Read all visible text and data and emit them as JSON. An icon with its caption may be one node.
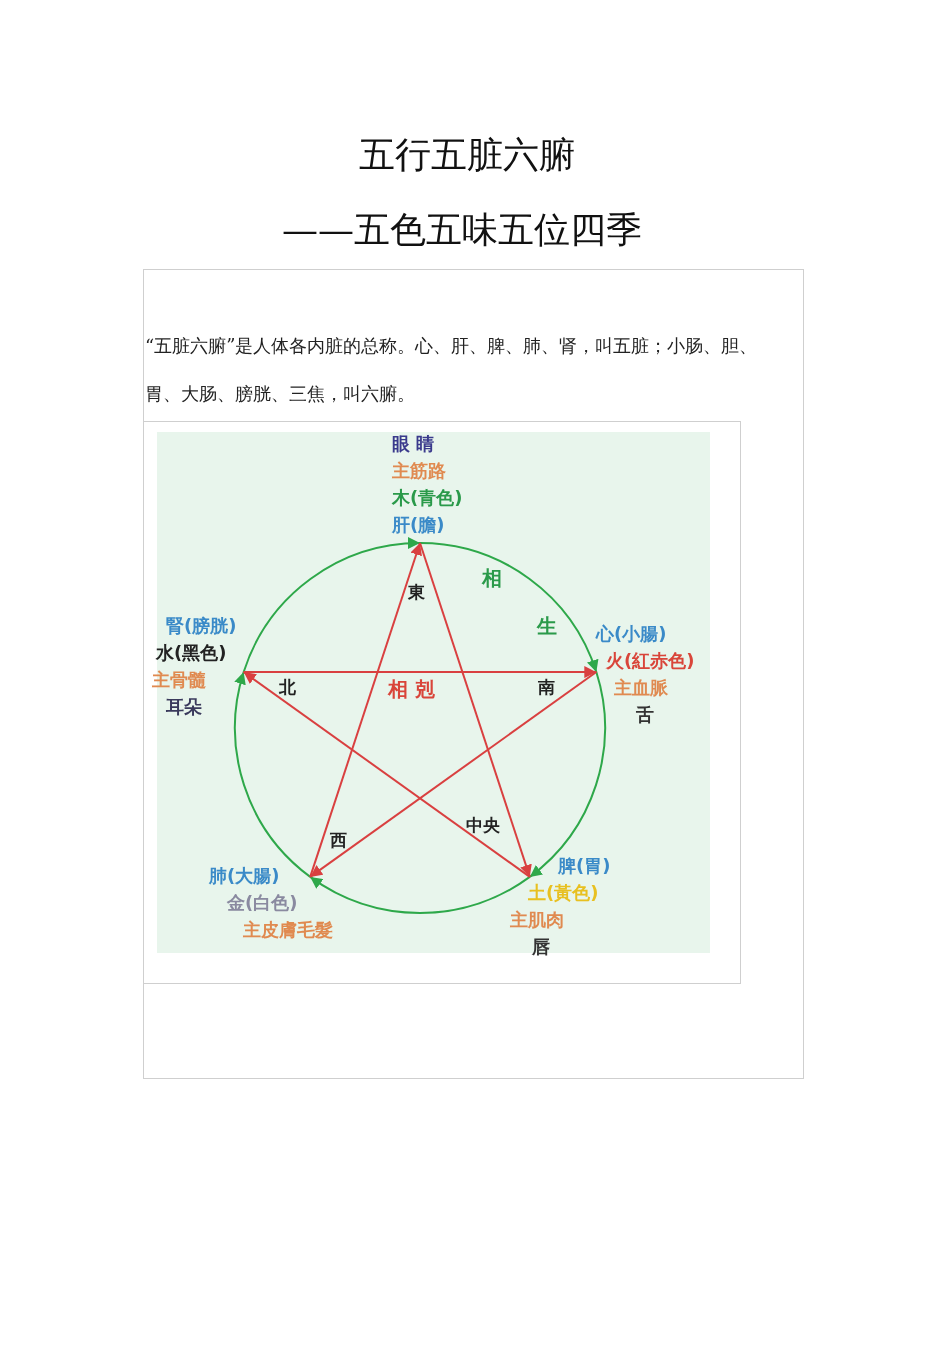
{
  "diagram": {
    "title": "五行五脏六腑",
    "nodes": [
      {
        "text": [
          "眼 睛",
          "主筋路",
          "木(青色)",
          "肝(膽)"
        ]
      },
      {
        "text": [
          "腎(膀胱)",
          "水(黑色)",
          "主骨髓",
          "耳朵"
        ]
      },
      {
        "text": [
          "心(小腸)",
          "火(紅赤色)",
          "主血脈",
          "舌"
        ]
      },
      {
        "text": [
          "脾(胃)",
          "土(黃色)",
          "主肌肉",
          "唇"
        ]
      },
      {
        "text": [
          "肺(大腸)",
          "金(白色)",
          "主皮膚毛髮"
        ]
      }
    ],
    "edges": [
      {
        "from": 1,
        "to": 0,
        "arrow": "to",
        "color": "#2ea84a"
      },
      {
        "from": 0,
        "to": 2,
        "arrow": "to",
        "color": "#2ea84a"
      },
      {
        "from": 2,
        "to": 3,
        "arrow": "to",
        "color": "#2ea84a"
      },
      {
        "from": 3,
        "to": 4,
        "arrow": "to",
        "color": "#2ea84a"
      },
      {
        "from": 4,
        "to": 1,
        "arrow": "to",
        "color": "#2ea84a"
      },
      {
        "from": 4,
        "to": 0,
        "arrow": "to",
        "color": "#d94040"
      },
      {
        "from": 0,
        "to": 3,
        "arrow": "to",
        "color": "#d94040"
      },
      {
        "from": 3,
        "to": 1,
        "arrow": "to",
        "color": "#d94040"
      },
      {
        "from": 1,
        "to": 2,
        "arrow": "to",
        "color": "#d94040"
      },
      {
        "from": 2,
        "to": 4,
        "arrow": "to",
        "color": "#d94040"
      }
    ],
    "labels": [
      "——五色五味五位四季",
      "“五脏六腑”是人体各内脏的总称。心、肝、脾、肺、肾，叫五脏；小肠、胆、胃、大肠、膀胱、三焦，叫六腑。",
      "東",
      "相",
      "生",
      "北",
      "相 剋",
      "南",
      "西",
      "中央"
    ]
  }
}
